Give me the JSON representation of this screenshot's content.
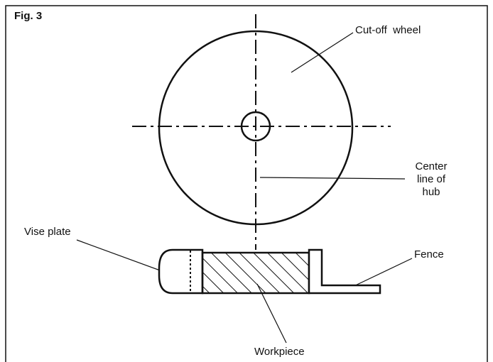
{
  "figure": {
    "label": "Fig. 3"
  },
  "labels": {
    "cut_off_wheel": "Cut-off  wheel",
    "center_line": [
      "Center",
      "line of",
      "hub"
    ],
    "vise_plate": "Vise plate",
    "fence": "Fence",
    "workpiece": "Workpiece"
  },
  "colors": {
    "line": "#111111",
    "background": "#ffffff"
  }
}
